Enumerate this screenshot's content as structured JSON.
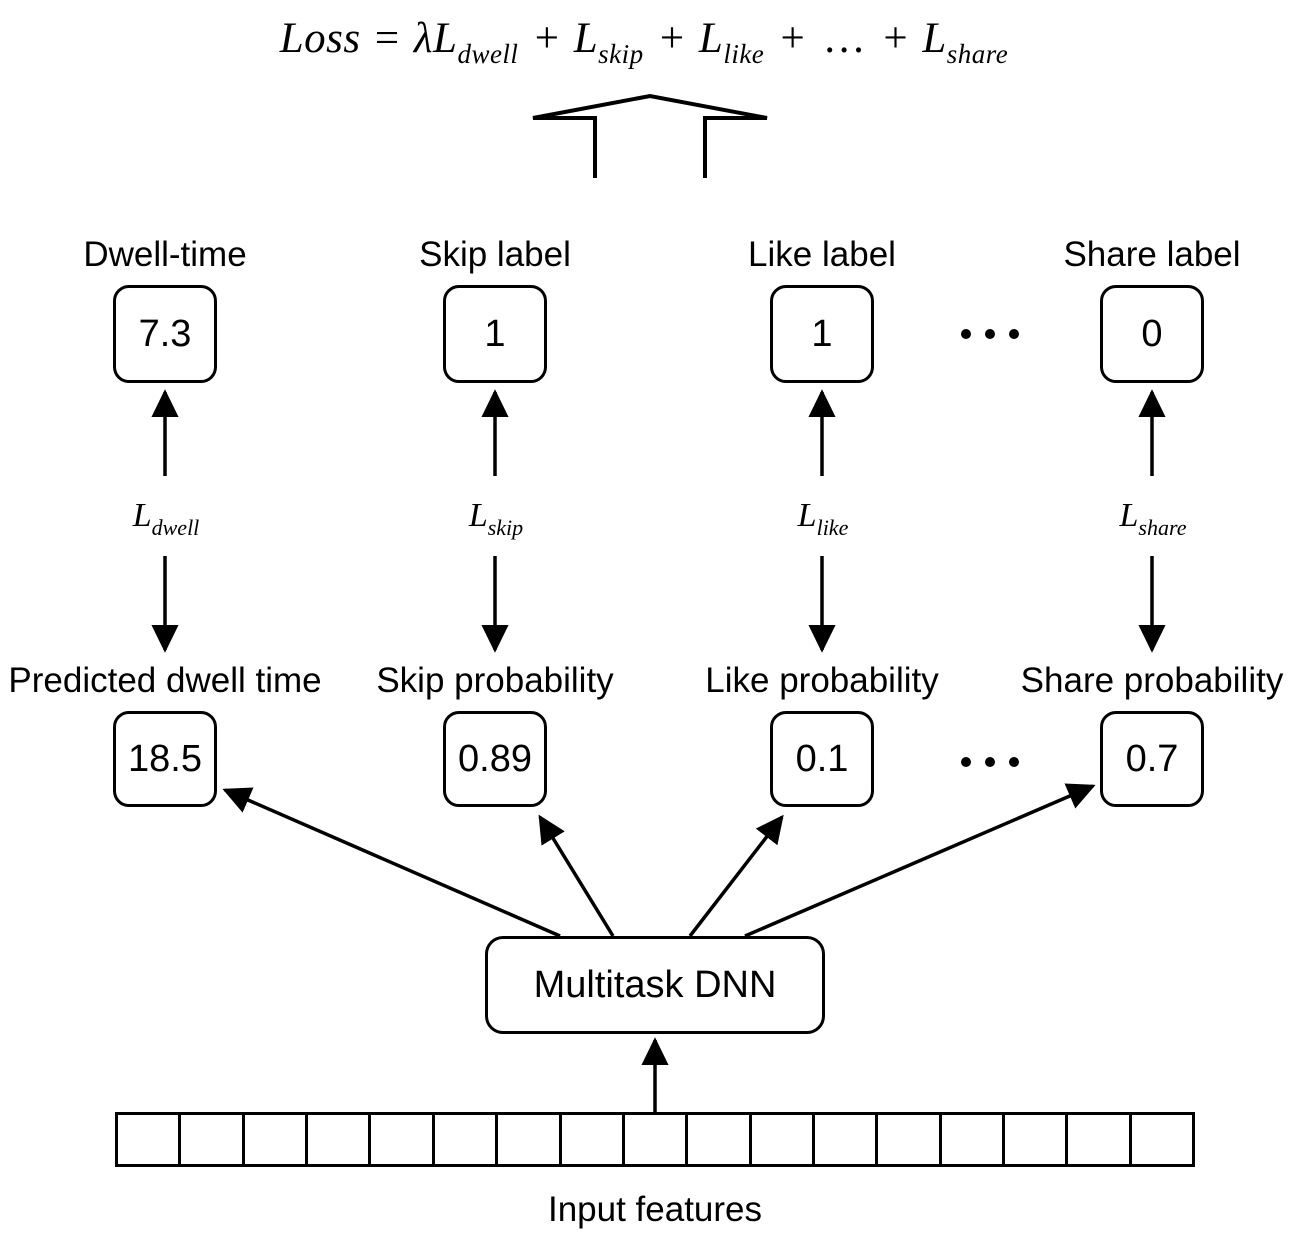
{
  "figure": {
    "type": "diagram",
    "description": "Multitask DNN architecture with per-task labels, losses and predictions"
  },
  "loss_equation": {
    "lhs": "Loss",
    "equals": "=",
    "terms": [
      {
        "coefficient": "λ",
        "base": "L",
        "subscript": "dwell"
      },
      {
        "coefficient": "",
        "base": "L",
        "subscript": "skip"
      },
      {
        "coefficient": "",
        "base": "L",
        "subscript": "like"
      }
    ],
    "ellipsis": "…",
    "last_term": {
      "coefficient": "",
      "base": "L",
      "subscript": "share"
    },
    "plus": "+",
    "plain_text": "Loss = λL_dwell + L_skip + L_like + … + L_share"
  },
  "columns": [
    {
      "id": "dwell",
      "label_title": "Dwell-time",
      "label_value": "7.3",
      "loss_base": "L",
      "loss_subscript": "dwell",
      "prediction_title": "Predicted dwell time",
      "prediction_value": "18.5"
    },
    {
      "id": "skip",
      "label_title": "Skip label",
      "label_value": "1",
      "loss_base": "L",
      "loss_subscript": "skip",
      "prediction_title": "Skip probability",
      "prediction_value": "0.89"
    },
    {
      "id": "like",
      "label_title": "Like label",
      "label_value": "1",
      "loss_base": "L",
      "loss_subscript": "like",
      "prediction_title": "Like probability",
      "prediction_value": "0.1"
    },
    {
      "id": "share",
      "label_title": "Share label",
      "label_value": "0",
      "loss_base": "L",
      "loss_subscript": "share",
      "prediction_title": "Share probability",
      "prediction_value": "0.7"
    }
  ],
  "model": {
    "name": "Multitask DNN"
  },
  "input": {
    "caption": "Input features",
    "cell_count": 17
  },
  "style": {
    "stroke": "#000000",
    "background": "#ffffff"
  }
}
